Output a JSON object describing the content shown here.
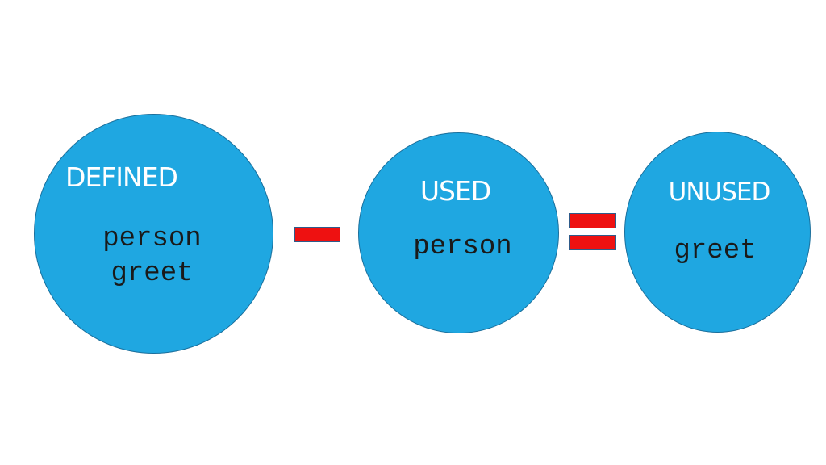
{
  "defined": {
    "title": "DEFINED",
    "items": [
      "person",
      "greet"
    ]
  },
  "used": {
    "title": "USED",
    "items": [
      "person"
    ]
  },
  "unused": {
    "title": "UNUSED",
    "items": [
      "greet"
    ]
  },
  "colors": {
    "circle_fill": "#1fa7e1",
    "circle_border": "#1a6f9c",
    "operator_fill": "#ee1111",
    "operator_border": "#2f5b8a"
  }
}
